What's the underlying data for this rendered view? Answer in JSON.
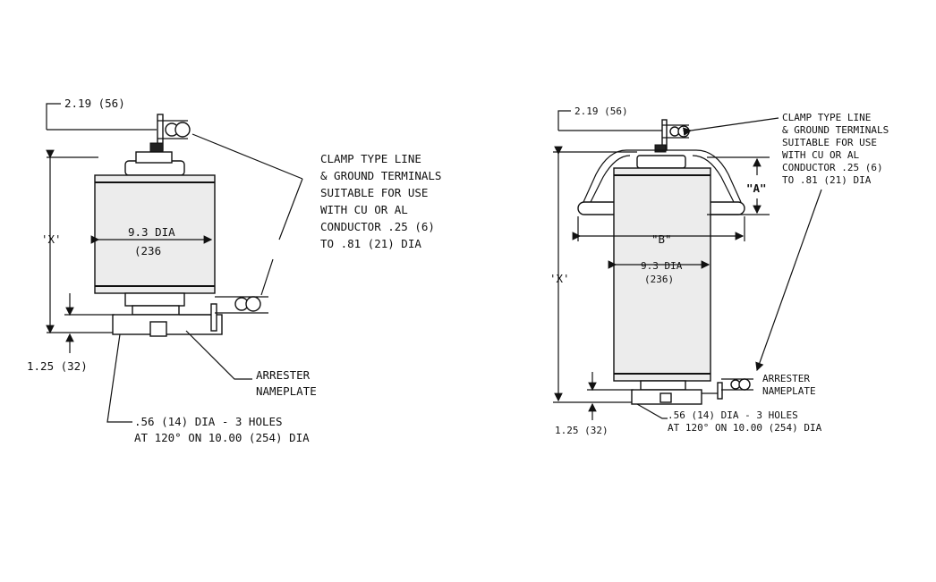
{
  "left_view": {
    "top_offset_label": "2.19 (56)",
    "terminal_note": [
      "CLAMP TYPE LINE",
      "& GROUND TERMINALS",
      "SUITABLE FOR USE",
      "WITH CU OR AL",
      "CONDUCTOR .25 (6)",
      "TO .81 (21) DIA"
    ],
    "x_label": "'X'",
    "dia_label_1": "9.3 DIA",
    "dia_label_2": "(236",
    "base_label": "1.25 (32)",
    "nameplate_note": [
      "ARRESTER",
      "NAMEPLATE"
    ],
    "holes_note": [
      ".56 (14) DIA - 3 HOLES",
      "AT 120° ON 10.00 (254) DIA"
    ]
  },
  "right_view": {
    "top_offset_label": "2.19 (56)",
    "terminal_note": [
      "CLAMP TYPE LINE",
      "& GROUND TERMINALS",
      "SUITABLE FOR USE",
      "WITH CU OR AL",
      "CONDUCTOR .25 (6)",
      "TO .81 (21) DIA"
    ],
    "a_label": "\"A\"",
    "b_label": "\"B\"",
    "x_label": "'X'",
    "dia_label_1": "9.3 DIA",
    "dia_label_2": "(236)",
    "base_label": "1.25 (32)",
    "nameplate_note": [
      "ARRESTER",
      "NAMEPLATE"
    ],
    "holes_note": [
      ".56 (14) DIA - 3 HOLES",
      "AT 120° ON 10.00 (254) DIA"
    ]
  }
}
